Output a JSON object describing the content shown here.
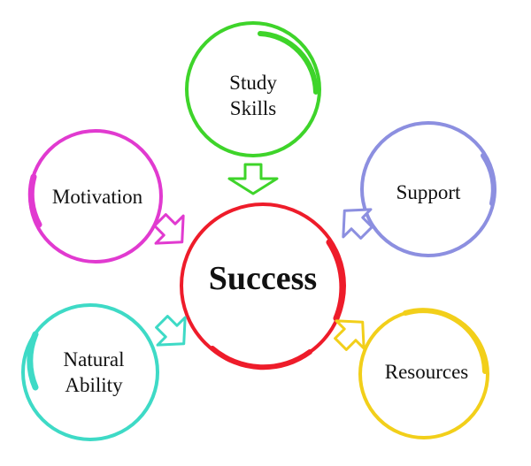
{
  "center": {
    "label": "Success",
    "color": "#ee1c2a"
  },
  "factors": [
    {
      "id": "study-skills",
      "line1": "Study",
      "line2": "Skills",
      "color": "#3ed42a"
    },
    {
      "id": "support",
      "line1": "Support",
      "line2": "",
      "color": "#8c8fe0"
    },
    {
      "id": "resources",
      "line1": "Resources",
      "line2": "",
      "color": "#f2cf1a"
    },
    {
      "id": "natural-ability",
      "line1": "Natural",
      "line2": "Ability",
      "color": "#3edac6"
    },
    {
      "id": "motivation",
      "line1": "Motivation",
      "line2": "",
      "color": "#e13ad0"
    }
  ]
}
